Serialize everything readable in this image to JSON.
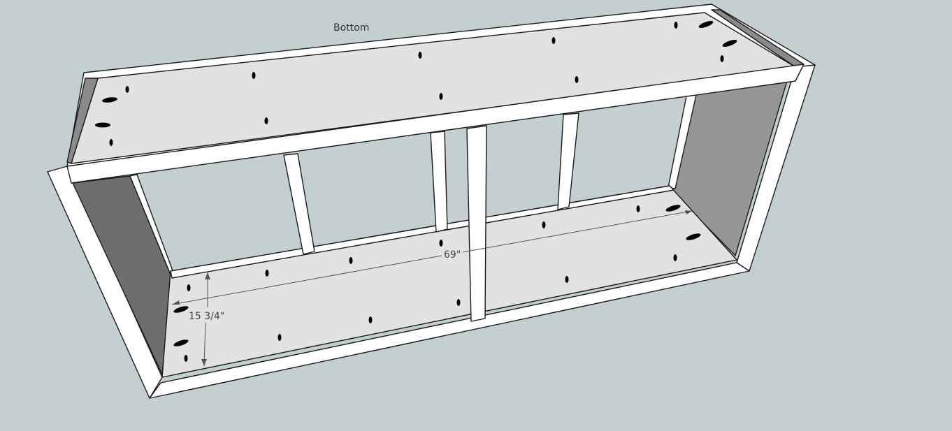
{
  "labels": {
    "face_label": "Bottom",
    "width_dimension": "69\"",
    "depth_dimension": "15 3/4\""
  },
  "colors": {
    "background": "#c3cfd1",
    "panel_face": "#e2e2e2",
    "edge_white": "#ffffff",
    "shadow_side": "#6e6e6e",
    "inner_end": "#969696",
    "line": "#1a1a1a",
    "dimension_line": "#555555"
  }
}
